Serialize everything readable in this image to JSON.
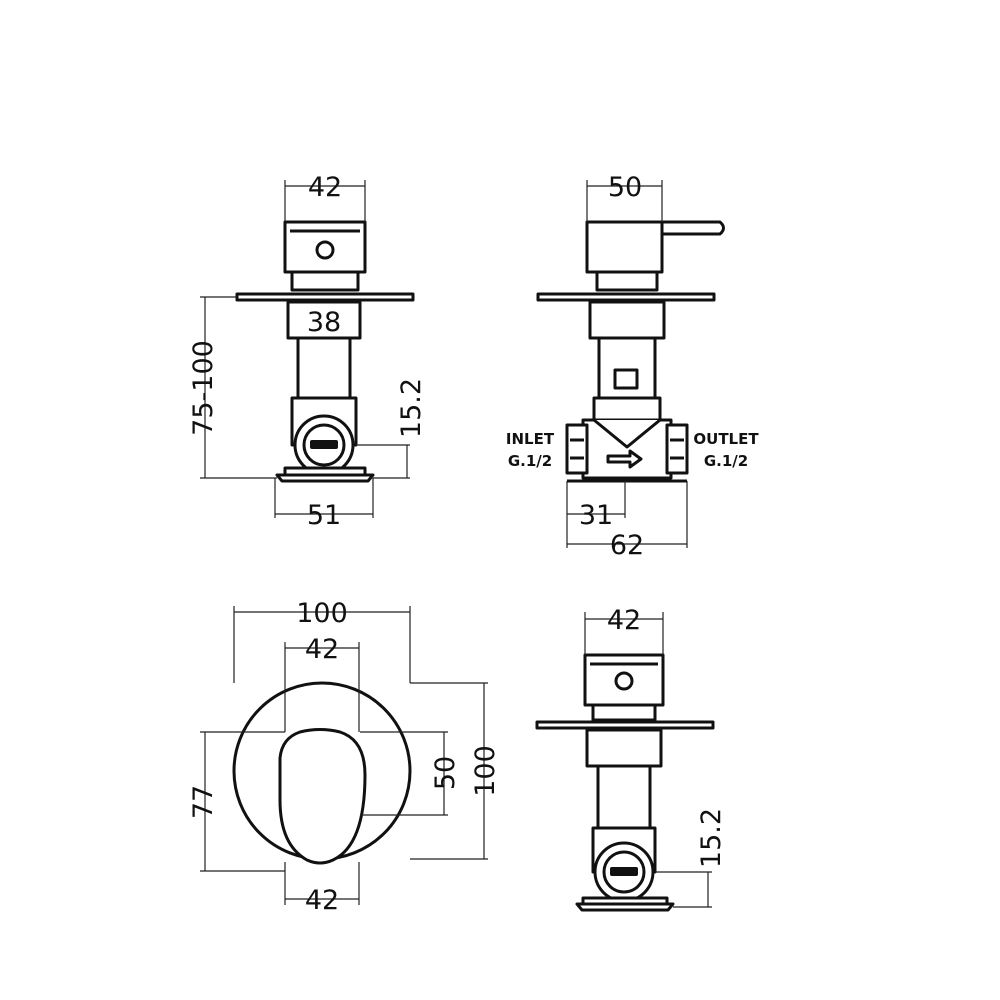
{
  "front_view": {
    "dims": {
      "width_top": "42",
      "width_escutcheon": "38",
      "height_range": "75-100",
      "height_pipe": "15.2",
      "width_base": "51"
    }
  },
  "side_view": {
    "dims": {
      "width_top": "50",
      "inlet_offset": "31",
      "total_width": "62"
    },
    "inlet_label": "INLET",
    "inlet_thread": "G.1/2",
    "outlet_label": "OUTLET",
    "outlet_thread": "G.1/2"
  },
  "plate_view": {
    "dims": {
      "plate_width": "100",
      "handle_width_top": "42",
      "handle_width_bottom": "42",
      "handle_height": "50",
      "plate_height": "100",
      "centre_height": "77"
    }
  },
  "front_view_2": {
    "dims": {
      "width_top": "42",
      "height_pipe": "15.2"
    }
  }
}
